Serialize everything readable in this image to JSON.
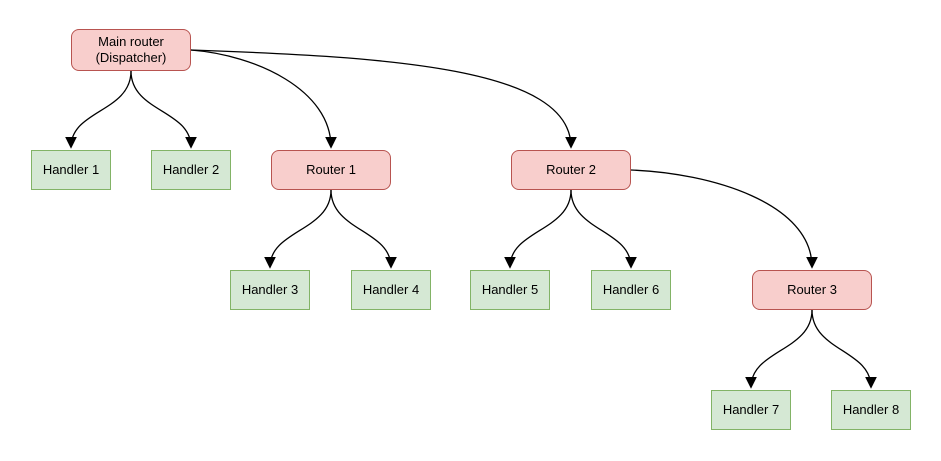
{
  "diagram": {
    "type": "tree-flowchart",
    "background_color": "#ffffff",
    "edge_color": "#000000",
    "colors": {
      "router_fill": "#f8cecc",
      "router_border": "#b85450",
      "handler_fill": "#d5e8d4",
      "handler_border": "#82b366"
    },
    "nodes": [
      {
        "id": "main-router",
        "type": "router",
        "label": "Main router (Dispatcher)"
      },
      {
        "id": "handler-1",
        "type": "handler",
        "label": "Handler 1"
      },
      {
        "id": "handler-2",
        "type": "handler",
        "label": "Handler 2"
      },
      {
        "id": "router-1",
        "type": "router",
        "label": "Router 1"
      },
      {
        "id": "router-2",
        "type": "router",
        "label": "Router 2"
      },
      {
        "id": "handler-3",
        "type": "handler",
        "label": "Handler 3"
      },
      {
        "id": "handler-4",
        "type": "handler",
        "label": "Handler 4"
      },
      {
        "id": "handler-5",
        "type": "handler",
        "label": "Handler 5"
      },
      {
        "id": "handler-6",
        "type": "handler",
        "label": "Handler 6"
      },
      {
        "id": "router-3",
        "type": "router",
        "label": "Router 3"
      },
      {
        "id": "handler-7",
        "type": "handler",
        "label": "Handler 7"
      },
      {
        "id": "handler-8",
        "type": "handler",
        "label": "Handler 8"
      }
    ],
    "edges": [
      {
        "from": "main-router",
        "to": "handler-1"
      },
      {
        "from": "main-router",
        "to": "handler-2"
      },
      {
        "from": "main-router",
        "to": "router-1"
      },
      {
        "from": "main-router",
        "to": "router-2"
      },
      {
        "from": "router-1",
        "to": "handler-3"
      },
      {
        "from": "router-1",
        "to": "handler-4"
      },
      {
        "from": "router-2",
        "to": "handler-5"
      },
      {
        "from": "router-2",
        "to": "handler-6"
      },
      {
        "from": "router-2",
        "to": "router-3"
      },
      {
        "from": "router-3",
        "to": "handler-7"
      },
      {
        "from": "router-3",
        "to": "handler-8"
      }
    ]
  }
}
